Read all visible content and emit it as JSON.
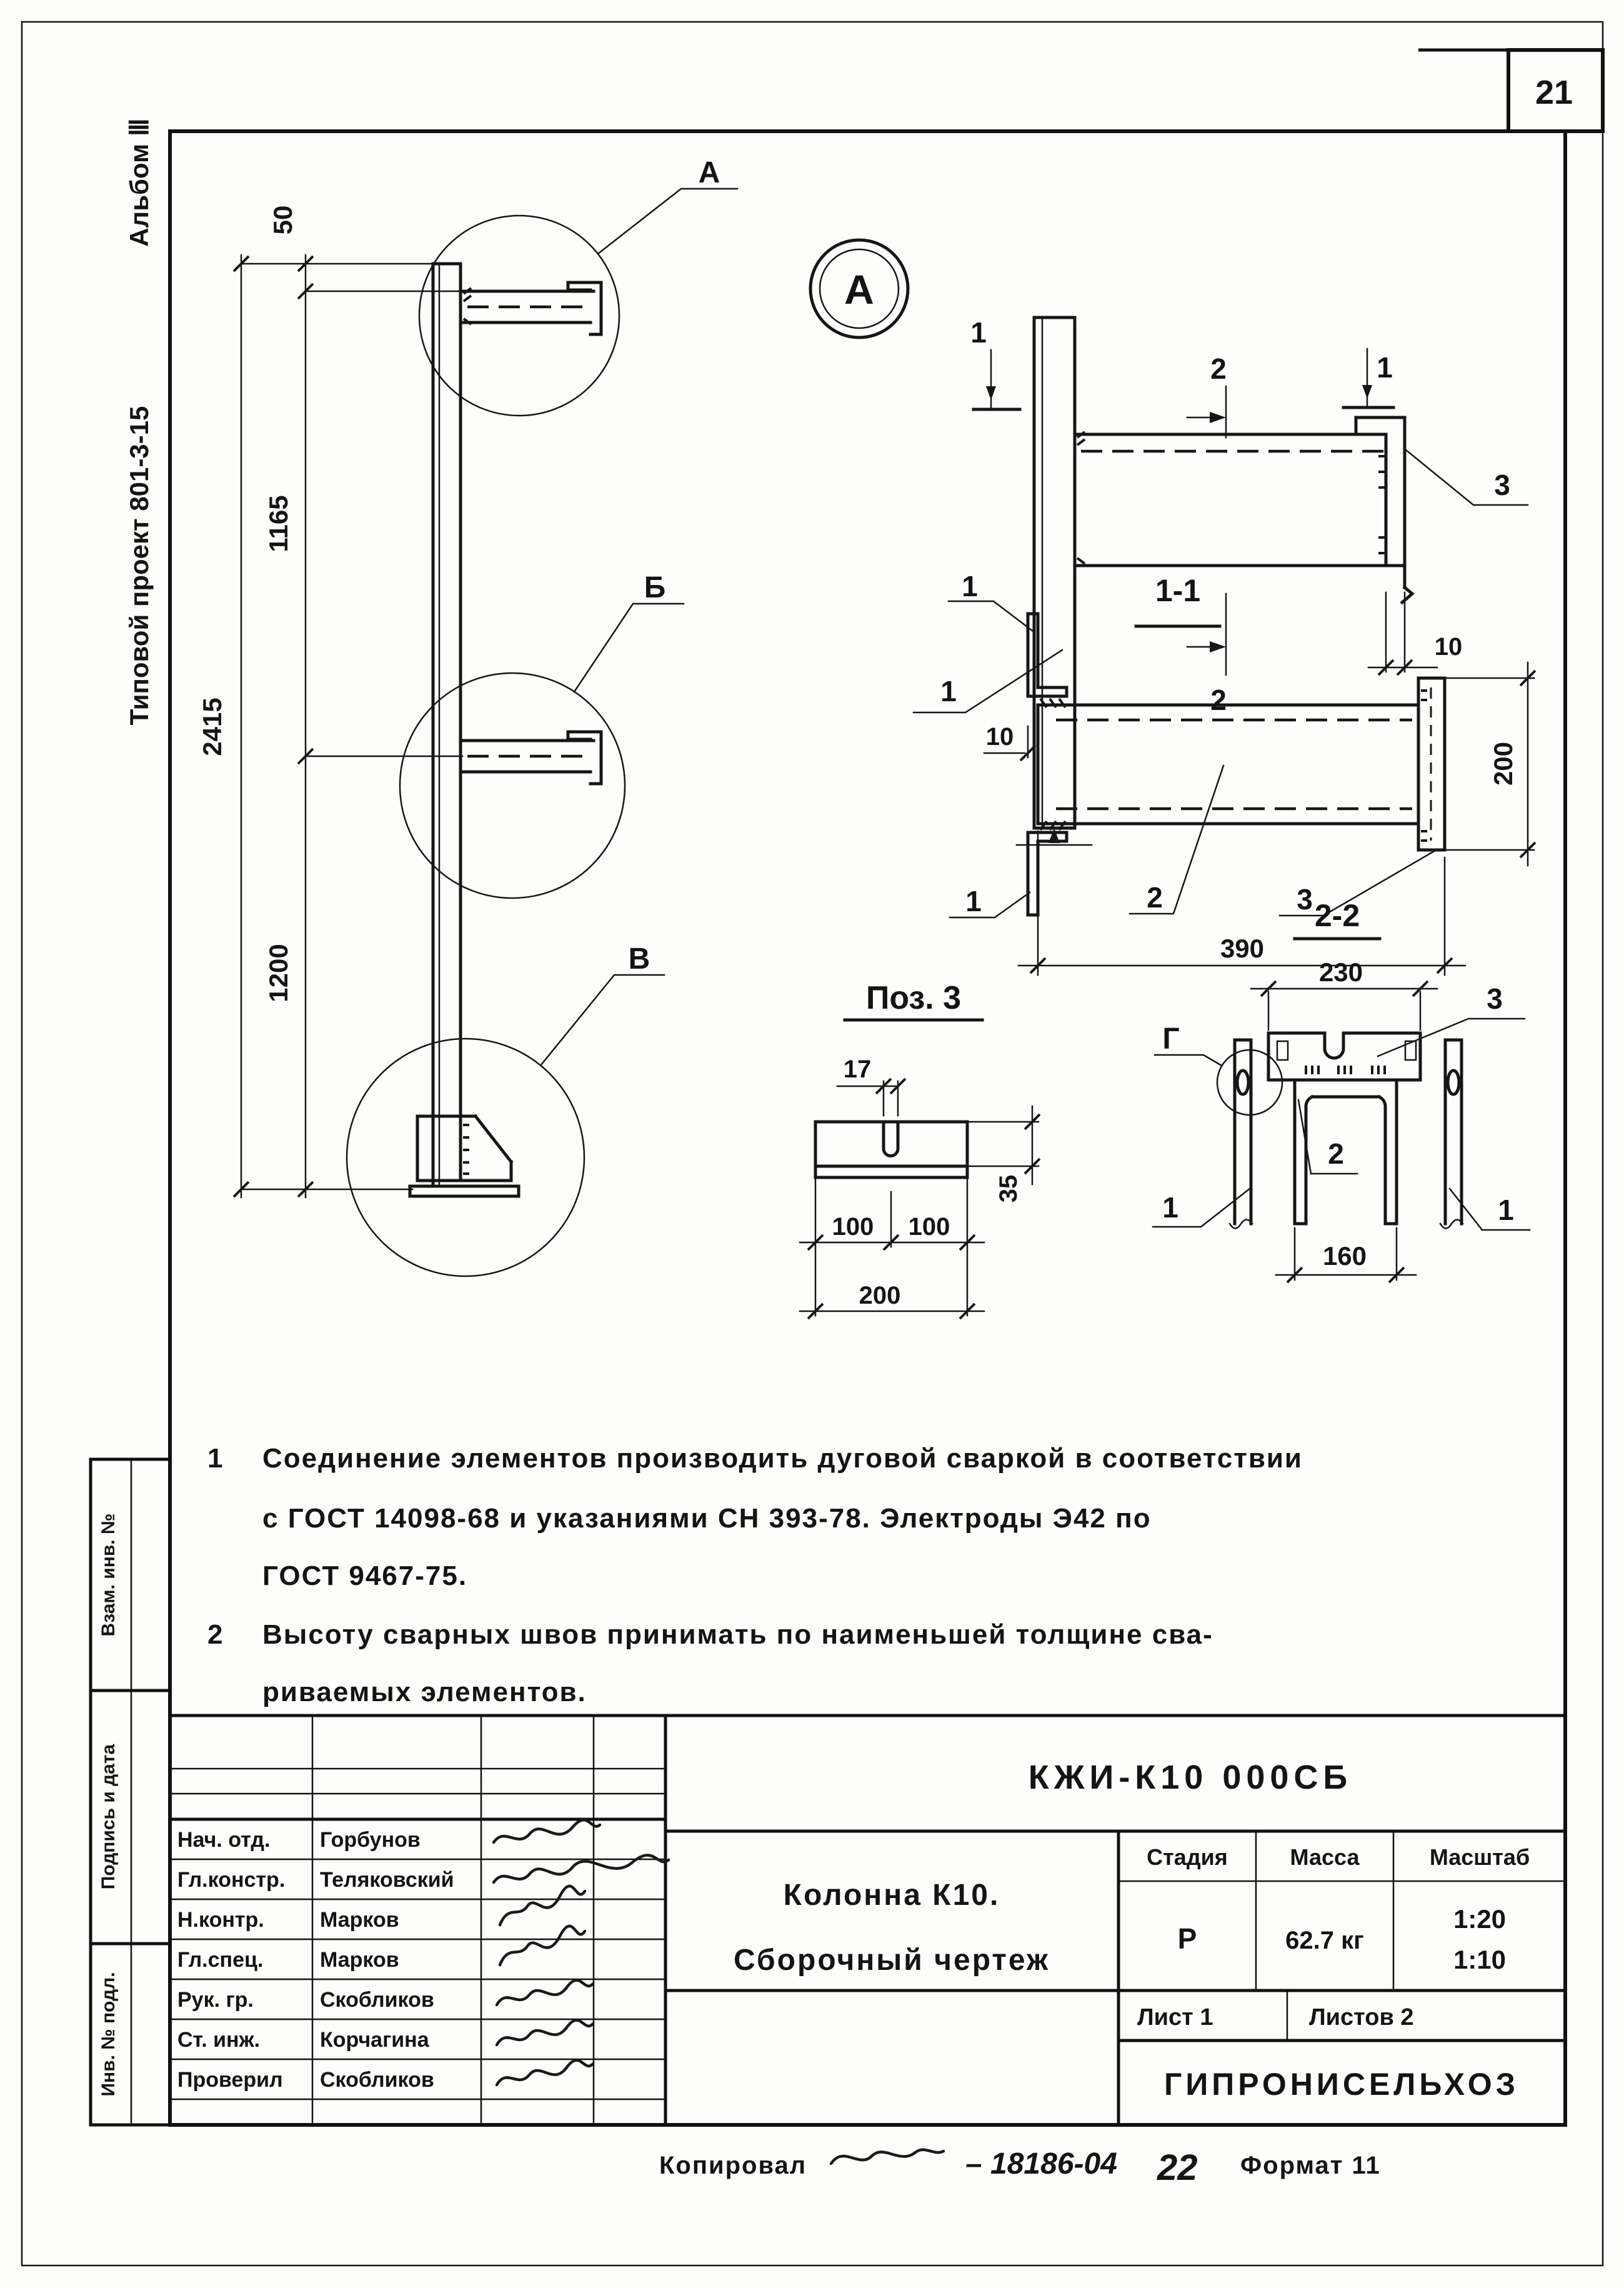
{
  "page": {
    "number": "21"
  },
  "margin": {
    "album": "Альбом Ⅲ",
    "project": "Типовой проект 801-3-15",
    "stamps": [
      "Взам. инв. №",
      "Подпись и дата",
      "Инв. № подл."
    ]
  },
  "elevation": {
    "dim_50": "50",
    "dim_1165": "1165",
    "dim_2415": "2415",
    "dim_1200": "1200",
    "callout_a": "А",
    "callout_b": "Б",
    "callout_v": "В"
  },
  "detail_a": {
    "bubble": "А",
    "mark_1_left": "1",
    "mark_1_right": "1",
    "mark_2_top": "2",
    "mark_2_bottom": "2",
    "item_1": "1",
    "item_3": "3",
    "dim_10": "10"
  },
  "section_1_1": {
    "title": "1-1",
    "item_1_top": "1",
    "item_1_bottom": "1",
    "item_2": "2",
    "item_3": "3",
    "dim_10": "10",
    "dim_390": "390",
    "dim_200": "200"
  },
  "pos_3": {
    "title": "Поз. 3",
    "dim_17": "17",
    "dim_35": "35",
    "dim_100_left": "100",
    "dim_100_right": "100",
    "dim_200": "200"
  },
  "section_2_2": {
    "title": "2-2",
    "dim_230": "230",
    "dim_160": "160",
    "callout_g": "Г",
    "item_1_left": "1",
    "item_1_right": "1",
    "item_2": "2",
    "item_3": "3"
  },
  "notes": {
    "n1_num": "1",
    "n1_line1": "Соединение элементов производить дуговой сваркой в соответствии",
    "n1_line2": "с ГОСТ 14098-68 и указаниями СН 393-78.  Электроды Э42 по",
    "n1_line3": "ГОСТ 9467-75.",
    "n2_num": "2",
    "n2_line1": "Высоту сварных швов принимать по наименьшей толщине сва-",
    "n2_line2": "риваемых элементов."
  },
  "title_block": {
    "doc_code": "КЖИ-К10 000СБ",
    "product_title_1": "Колонна К10.",
    "product_title_2": "Сборочный чертеж",
    "col_stage": "Стадия",
    "col_mass": "Масса",
    "col_scale": "Масштаб",
    "stage": "Р",
    "mass": "62.7 кг",
    "scale_1": "1:20",
    "scale_2": "1:10",
    "sheet": "Лист 1",
    "sheets": "Листов 2",
    "organization": "ГИПРОНИСЕЛЬХОЗ",
    "signers": [
      {
        "role": "Нач. отд.",
        "name": "Горбунов"
      },
      {
        "role": "Гл.констр.",
        "name": "Теляковский"
      },
      {
        "role": "Н.контр.",
        "name": "Марков"
      },
      {
        "role": "Гл.спец.",
        "name": "Марков"
      },
      {
        "role": "Рук. гр.",
        "name": "Скобликов"
      },
      {
        "role": "Ст. инж.",
        "name": "Корчагина"
      },
      {
        "role": "Проверил",
        "name": "Скобликов"
      }
    ]
  },
  "footer": {
    "copied": "Копировал",
    "doc_number": "18186-04",
    "order": "22",
    "format": "Формат 11"
  }
}
